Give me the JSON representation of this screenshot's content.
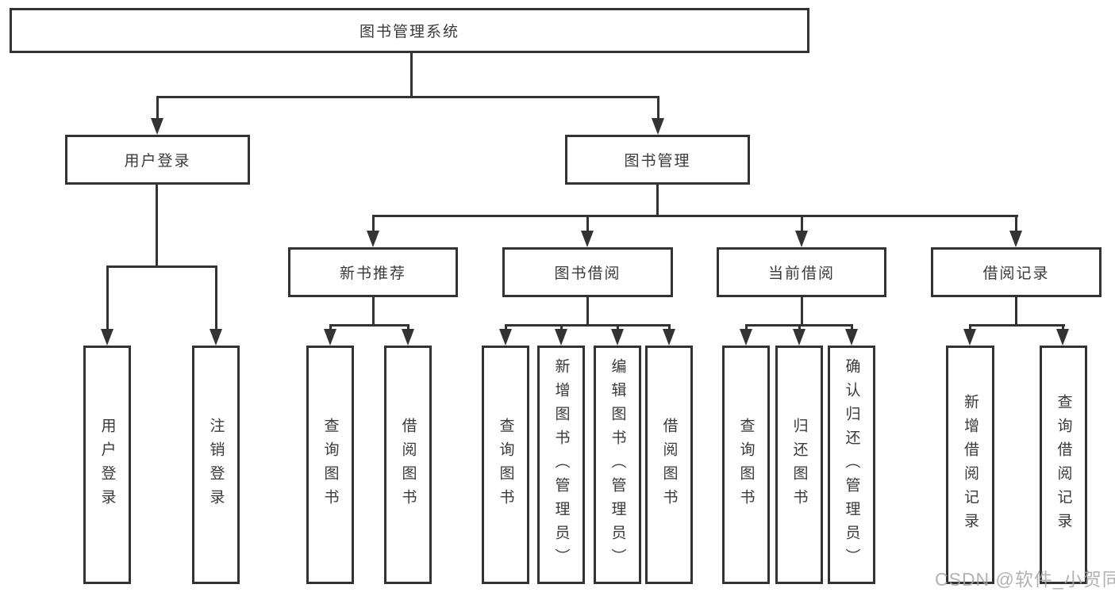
{
  "root": {
    "label": "图书管理系统"
  },
  "branches": [
    {
      "label": "用户登录"
    },
    {
      "label": "图书管理"
    }
  ],
  "sections": [
    {
      "label": "新书推荐"
    },
    {
      "label": "图书借阅"
    },
    {
      "label": "当前借阅"
    },
    {
      "label": "借阅记录"
    }
  ],
  "leaf_groups": [
    {
      "parent": "用户登录",
      "items": [
        "用户登录",
        "注销登录"
      ]
    },
    {
      "parent": "新书推荐",
      "items": [
        "查询图书",
        "借阅图书"
      ]
    },
    {
      "parent": "图书借阅",
      "items": [
        "查询图书",
        "新增图书（管理员）",
        "编辑图书（管理员）",
        "借阅图书"
      ]
    },
    {
      "parent": "当前借阅",
      "items": [
        "查询图书",
        "归还图书",
        "确认归还（管理员）"
      ]
    },
    {
      "parent": "借阅记录",
      "items": [
        "新增借阅记录",
        "查询借阅记录"
      ]
    }
  ],
  "colors": {
    "line": "#333333",
    "text": "#3a3a3a",
    "box_background": "#ffffff",
    "watermark": "#a5a5a5"
  },
  "watermark": "CSDN @软件_小贺同学"
}
